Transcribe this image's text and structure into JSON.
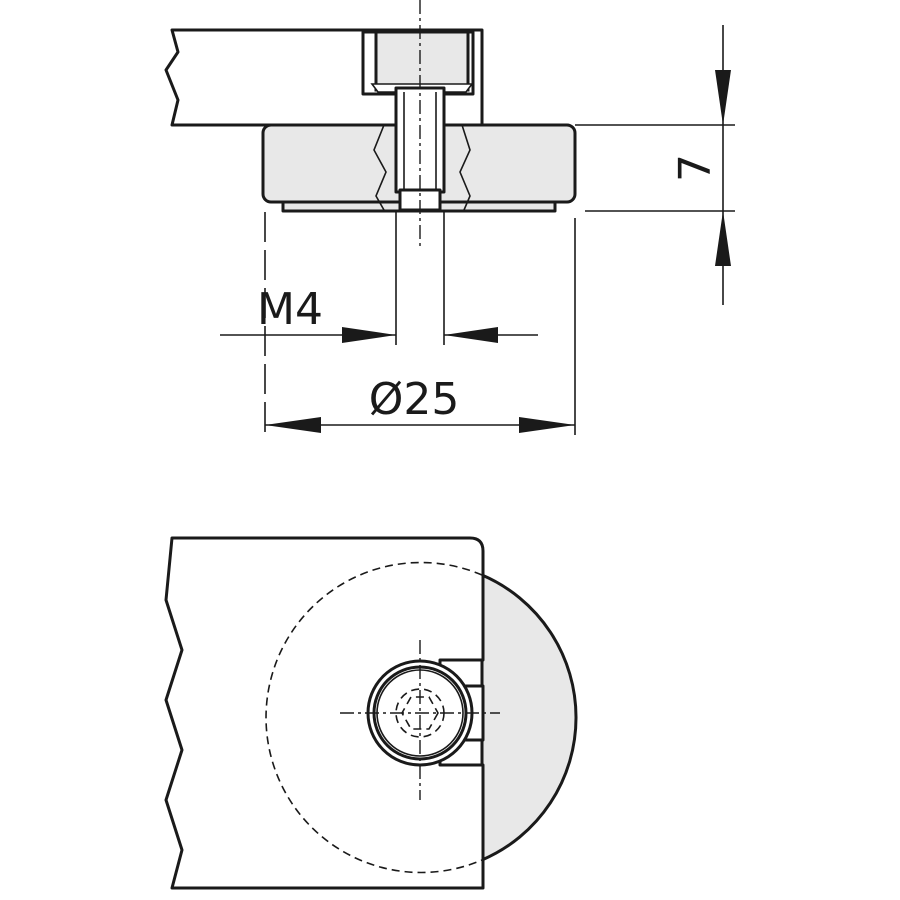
{
  "dimensions": {
    "thread": "M4",
    "diameter": "Ø25",
    "height": "7"
  },
  "colors": {
    "line": "#1a1a1a",
    "part_fill": "#e8e8e8",
    "background": "#ffffff"
  }
}
